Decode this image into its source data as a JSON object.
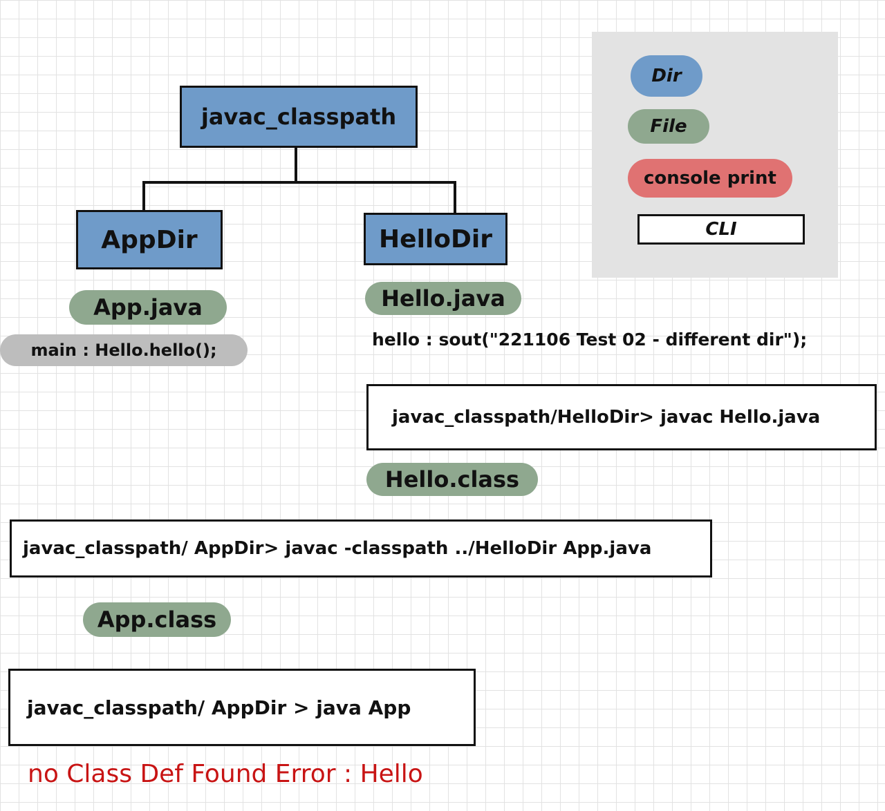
{
  "tree": {
    "root": "javac_classpath",
    "left_dir": "AppDir",
    "right_dir": "HelloDir"
  },
  "legend": {
    "dir": "Dir",
    "file": "File",
    "console_print": "console print",
    "cli": "CLI"
  },
  "app": {
    "file": "App.java",
    "main_code": "main : Hello.hello();",
    "compile_command": "javac_classpath/ AppDir> javac -classpath ../HelloDir App.java",
    "class_file": "App.class",
    "run_command": "javac_classpath/ AppDir > java App"
  },
  "hello": {
    "file": "Hello.java",
    "hello_code": "hello : sout(\"221106 Test 02 - different dir\");",
    "compile_command": "javac_classpath/HelloDir> javac Hello.java",
    "class_file": "Hello.class"
  },
  "error": "no Class Def Found Error : Hello",
  "colors": {
    "dir": "#6f9bc9",
    "file": "#8fa88f",
    "console_print": "#e07272",
    "legend_bg": "#e3e3e3",
    "error_text": "#c81414"
  }
}
